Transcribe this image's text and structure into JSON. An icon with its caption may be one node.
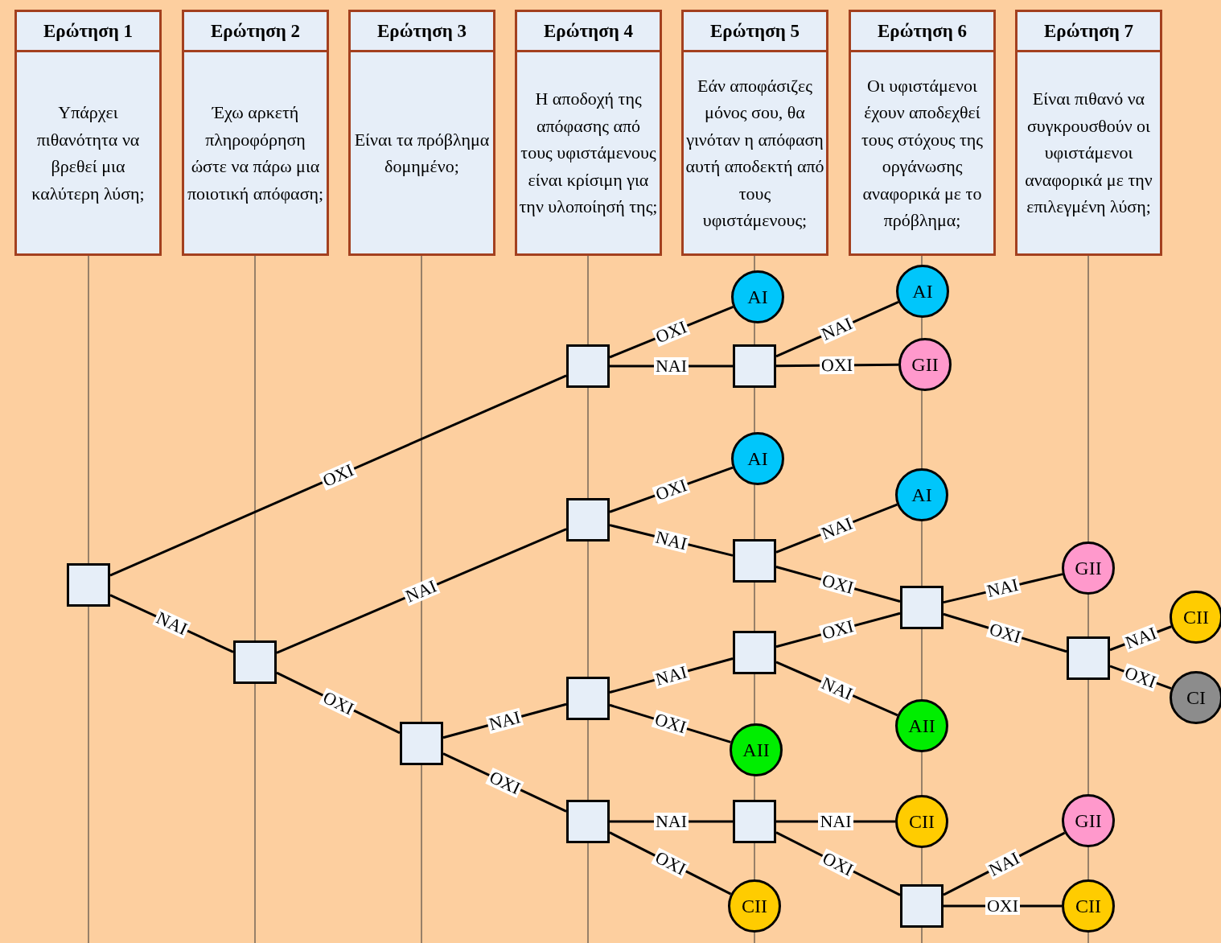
{
  "diagram": {
    "nodes": [
      {
        "text": [
          "Ερώτηση 1",
          "Υπάρχει πιθανότητα να βρεθεί μια καλύτερη λύση;"
        ]
      },
      {
        "text": [
          "Ερώτηση 2",
          "Έχω αρκετή πληροφόρηση ώστε να πάρω μια ποιοτική απόφαση;"
        ]
      },
      {
        "text": [
          "Ερώτηση 3",
          "Είναι τα πρόβλημα δομημένο;"
        ]
      },
      {
        "text": [
          "Ερώτηση 4",
          "Η αποδοχή της απόφασης από τους υφιστάμενους είναι κρίσιμη για την υλοποίησή της;"
        ]
      },
      {
        "text": [
          "Ερώτηση 5",
          "Εάν αποφάσιζες μόνος σου, θα γινόταν η απόφαση αυτή αποδεκτή από τους υφιστάμενους;"
        ]
      },
      {
        "text": [
          "Ερώτηση 6",
          "Οι υφιστάμενοι έχουν αποδεχθεί τους στόχους της οργάνωσης αναφορικά με το πρόβλημα;"
        ]
      },
      {
        "text": [
          "Ερώτηση 7",
          "Είναι πιθανό να συγκρουσθούν οι υφιστάμενοι αναφορικά με την επιλεγμένη λύση;"
        ]
      },
      {
        "text": [],
        "shape": "box"
      },
      {
        "text": [],
        "shape": "box"
      },
      {
        "text": [],
        "shape": "box"
      },
      {
        "text": [],
        "shape": "box"
      },
      {
        "text": [],
        "shape": "box"
      },
      {
        "text": [],
        "shape": "box"
      },
      {
        "text": [],
        "shape": "box"
      },
      {
        "text": [
          "AI"
        ]
      },
      {
        "text": [],
        "shape": "box"
      },
      {
        "text": [
          "AI"
        ]
      },
      {
        "text": [],
        "shape": "box"
      },
      {
        "text": [],
        "shape": "box"
      },
      {
        "text": [
          "AII"
        ]
      },
      {
        "text": [],
        "shape": "box"
      },
      {
        "text": [
          "CII"
        ]
      },
      {
        "text": [
          "AI"
        ]
      },
      {
        "text": [
          "GII"
        ]
      },
      {
        "text": [
          "AI"
        ]
      },
      {
        "text": [],
        "shape": "box"
      },
      {
        "text": [
          "AII"
        ]
      },
      {
        "text": [
          "CII"
        ]
      },
      {
        "text": [],
        "shape": "box"
      },
      {
        "text": [
          "GII"
        ]
      },
      {
        "text": [],
        "shape": "box"
      },
      {
        "text": [
          "GII"
        ]
      },
      {
        "text": [
          "CII"
        ]
      },
      {
        "text": [
          "CII"
        ]
      },
      {
        "text": [
          "CI"
        ]
      }
    ],
    "edges": [
      {
        "from": 7,
        "to": 10,
        "arrow": "none",
        "label": "ΟΧΙ"
      },
      {
        "from": 7,
        "to": 8,
        "arrow": "none",
        "label": "ΝΑΙ"
      },
      {
        "from": 8,
        "to": 11,
        "arrow": "none",
        "label": "ΝΑΙ"
      },
      {
        "from": 8,
        "to": 9,
        "arrow": "none",
        "label": "ΟΧΙ"
      },
      {
        "from": 9,
        "to": 12,
        "arrow": "none",
        "label": "ΝΑΙ"
      },
      {
        "from": 9,
        "to": 13,
        "arrow": "none",
        "label": "ΟΧΙ"
      },
      {
        "from": 10,
        "to": 14,
        "arrow": "none",
        "label": "ΟΧΙ"
      },
      {
        "from": 10,
        "to": 15,
        "arrow": "none",
        "label": "ΝΑΙ"
      },
      {
        "from": 15,
        "to": 22,
        "arrow": "none",
        "label": "ΝΑΙ"
      },
      {
        "from": 15,
        "to": 23,
        "arrow": "none",
        "label": "ΟΧΙ"
      },
      {
        "from": 11,
        "to": 16,
        "arrow": "none",
        "label": "ΟΧΙ"
      },
      {
        "from": 11,
        "to": 17,
        "arrow": "none",
        "label": "ΝΑΙ"
      },
      {
        "from": 17,
        "to": 24,
        "arrow": "none",
        "label": "ΝΑΙ"
      },
      {
        "from": 17,
        "to": 25,
        "arrow": "none",
        "label": "ΟΧΙ"
      },
      {
        "from": 12,
        "to": 18,
        "arrow": "none",
        "label": "ΝΑΙ"
      },
      {
        "from": 12,
        "to": 19,
        "arrow": "none",
        "label": "ΟΧΙ"
      },
      {
        "from": 18,
        "to": 25,
        "arrow": "none",
        "label": "ΟΧΙ"
      },
      {
        "from": 18,
        "to": 26,
        "arrow": "none",
        "label": "ΝΑΙ"
      },
      {
        "from": 25,
        "to": 29,
        "arrow": "none",
        "label": "ΝΑΙ"
      },
      {
        "from": 25,
        "to": 30,
        "arrow": "none",
        "label": "ΟΧΙ"
      },
      {
        "from": 30,
        "to": 33,
        "arrow": "none",
        "label": "ΝΑΙ"
      },
      {
        "from": 30,
        "to": 34,
        "arrow": "none",
        "label": "ΟΧΙ"
      },
      {
        "from": 13,
        "to": 20,
        "arrow": "none",
        "label": "ΝΑΙ"
      },
      {
        "from": 13,
        "to": 21,
        "arrow": "none",
        "label": "ΟΧΙ"
      },
      {
        "from": 20,
        "to": 27,
        "arrow": "none",
        "label": "ΝΑΙ"
      },
      {
        "from": 20,
        "to": 28,
        "arrow": "none",
        "label": "ΟΧΙ"
      },
      {
        "from": 28,
        "to": 31,
        "arrow": "none",
        "label": "ΝΑΙ"
      },
      {
        "from": 28,
        "to": 32,
        "arrow": "none",
        "label": "ΟΧΙ"
      }
    ]
  }
}
